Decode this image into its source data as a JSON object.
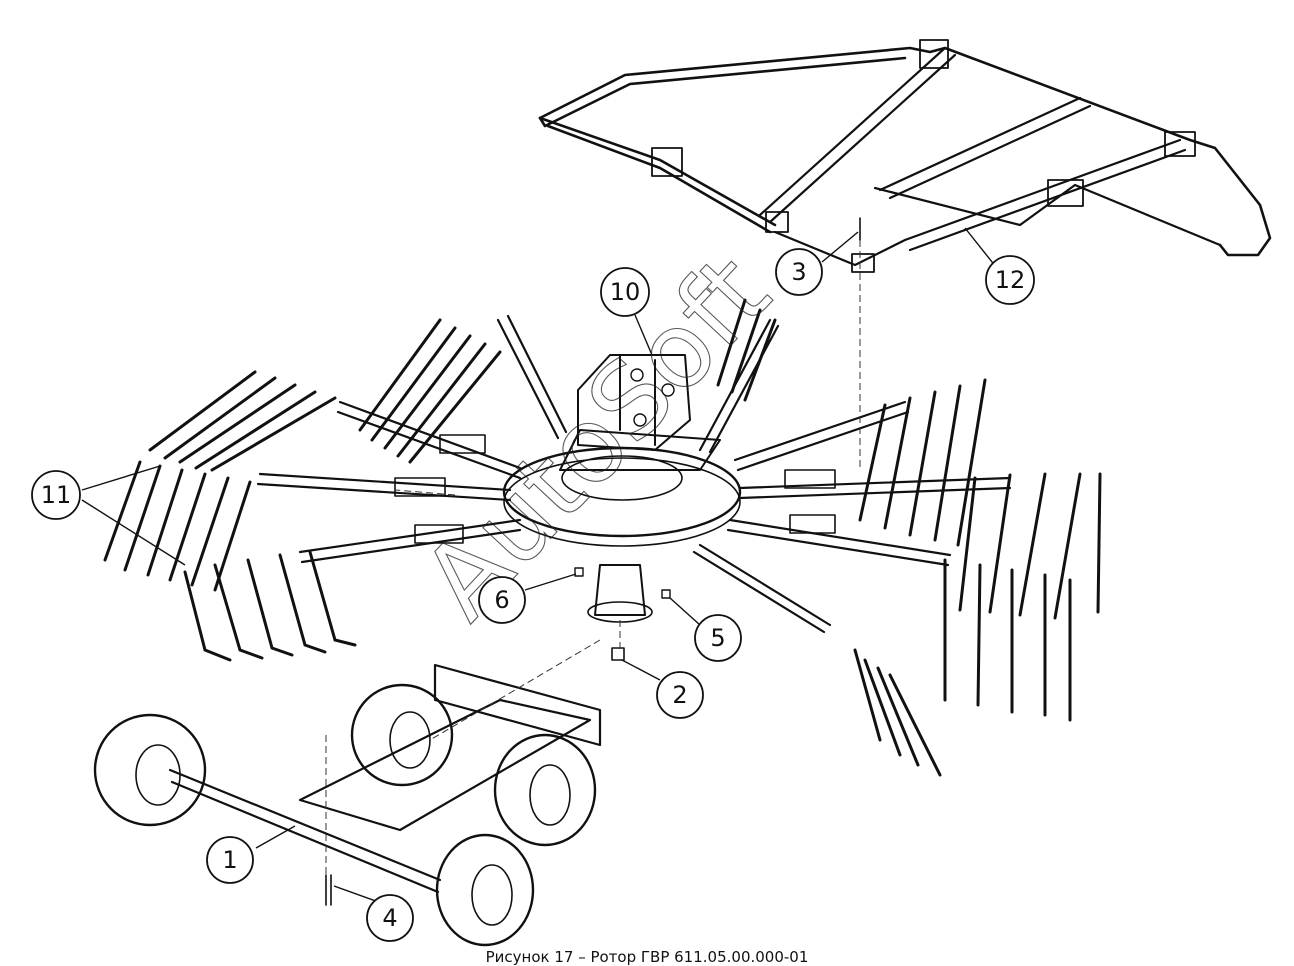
{
  "callouts": [
    {
      "id": "1",
      "label": "1"
    },
    {
      "id": "2",
      "label": "2"
    },
    {
      "id": "3",
      "label": "3"
    },
    {
      "id": "4",
      "label": "4"
    },
    {
      "id": "5",
      "label": "5"
    },
    {
      "id": "6",
      "label": "6"
    },
    {
      "id": "10",
      "label": "10"
    },
    {
      "id": "11",
      "label": "11"
    },
    {
      "id": "12",
      "label": "12"
    }
  ],
  "watermark": "AutoSoft",
  "caption": "Рисунок 17 – Ротор ГВР 611.05.00.000-01"
}
